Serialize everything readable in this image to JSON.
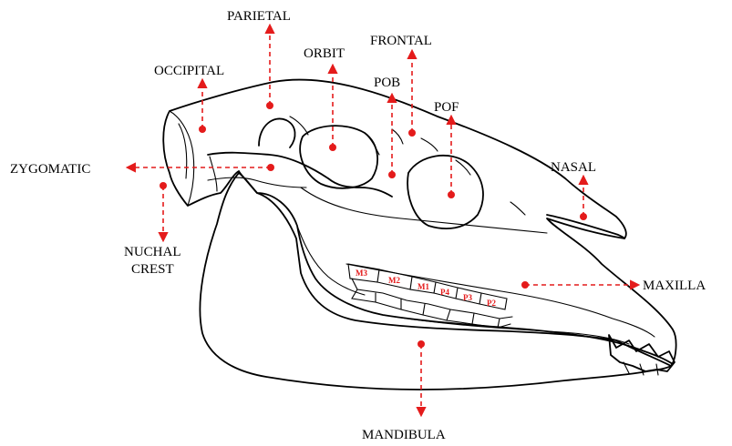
{
  "accent_color": "#e41b1b",
  "labels": {
    "parietal": "PARIETAL",
    "frontal": "FRONTAL",
    "orbit": "ORBIT",
    "occipital": "OCCIPITAL",
    "pob": "POB",
    "pof": "POF",
    "zygomatic": "ZYGOMATIC",
    "nasal": "NASAL",
    "nuchal_line1": "NUCHAL",
    "nuchal_line2": "CREST",
    "maxilla": "MAXILLA",
    "mandibula": "MANDIBULA"
  },
  "teeth": [
    "M3",
    "M2",
    "M1",
    "P4",
    "P3",
    "P2"
  ]
}
